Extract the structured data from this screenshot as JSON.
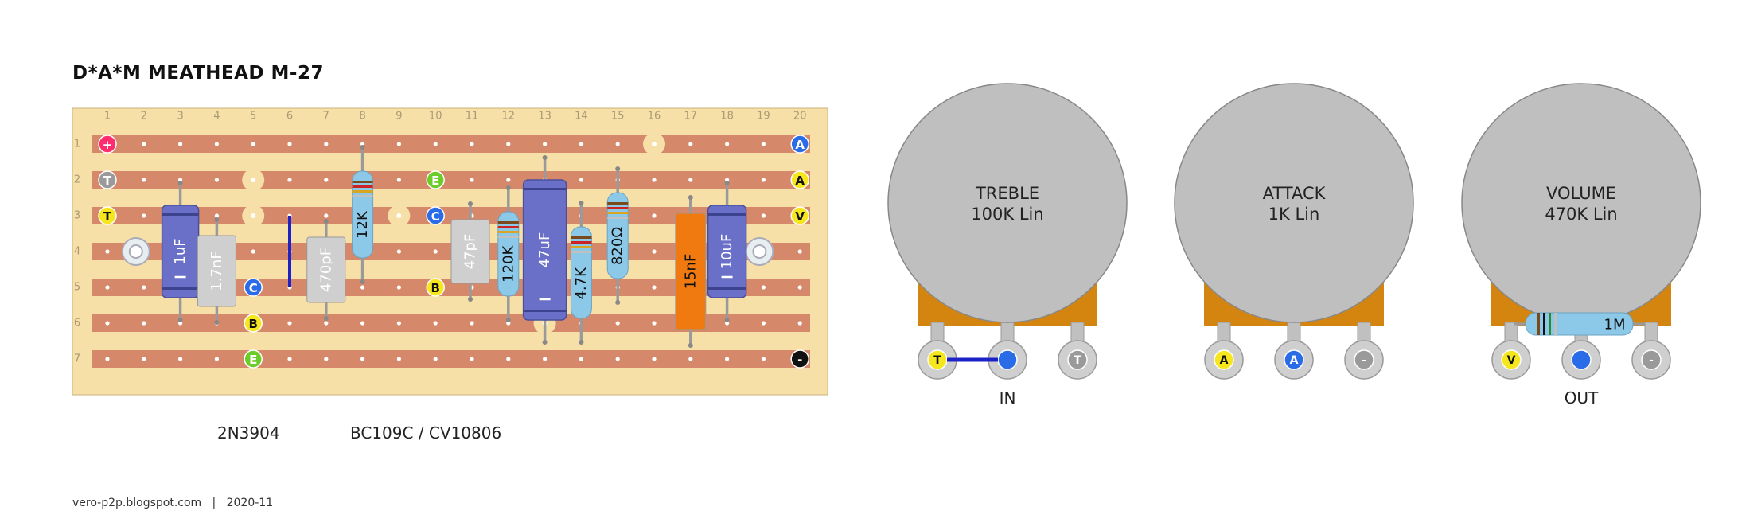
{
  "title": "D*A*M MEATHEAD M-27",
  "board": {
    "columns": [
      "1",
      "2",
      "3",
      "4",
      "5",
      "6",
      "7",
      "8",
      "9",
      "10",
      "11",
      "12",
      "13",
      "14",
      "15",
      "16",
      "17",
      "18",
      "19",
      "20"
    ],
    "rows": [
      "1",
      "2",
      "3",
      "4",
      "5",
      "6",
      "7"
    ],
    "pads": [
      {
        "text": "+",
        "col": 1,
        "row": 1,
        "kind": "pink"
      },
      {
        "text": "A",
        "col": 20,
        "row": 1,
        "kind": "blue"
      },
      {
        "text": "T",
        "col": 1,
        "row": 2,
        "kind": "gray"
      },
      {
        "text": "E",
        "col": 10,
        "row": 2,
        "kind": "green"
      },
      {
        "text": "A",
        "col": 20,
        "row": 2,
        "kind": "yellow"
      },
      {
        "text": "T",
        "col": 1,
        "row": 3,
        "kind": "yellow"
      },
      {
        "text": "C",
        "col": 10,
        "row": 3,
        "kind": "blue"
      },
      {
        "text": "V",
        "col": 20,
        "row": 3,
        "kind": "yellow"
      },
      {
        "text": "C",
        "col": 5,
        "row": 5,
        "kind": "blue"
      },
      {
        "text": "B",
        "col": 10,
        "row": 5,
        "kind": "yellow"
      },
      {
        "text": "B",
        "col": 5,
        "row": 6,
        "kind": "yellow"
      },
      {
        "text": "E",
        "col": 5,
        "row": 7,
        "kind": "green"
      },
      {
        "text": "-",
        "col": 20,
        "row": 7,
        "kind": "black"
      }
    ],
    "cuts": [
      {
        "col": 16,
        "row": 1
      },
      {
        "col": 5,
        "row": 2
      },
      {
        "col": 5,
        "row": 3
      },
      {
        "col": 9,
        "row": 3
      },
      {
        "col": 13,
        "row": 6
      }
    ],
    "components": {
      "c1": "1uF",
      "c2": "1.7nF",
      "c3": "470pF",
      "r1": "12K",
      "c4": "47pF",
      "r2": "120K",
      "c5": "47uF",
      "r3": "4.7K",
      "r4": "820Ω",
      "c6": "15nF",
      "c7": "10uF"
    }
  },
  "transistors": {
    "q1": "2N3904",
    "q2": "BC109C / CV10806"
  },
  "pots": [
    {
      "name": "TREBLE",
      "value": "100K Lin",
      "lugs": [
        "T",
        "",
        "T"
      ],
      "lug_kinds": [
        "yellow",
        "blue",
        "gray"
      ],
      "label": "IN"
    },
    {
      "name": "ATTACK",
      "value": "1K Lin",
      "lugs": [
        "A",
        "A",
        "-"
      ],
      "lug_kinds": [
        "yellow",
        "blue",
        "gray"
      ],
      "label": ""
    },
    {
      "name": "VOLUME",
      "value": "470K Lin",
      "lugs": [
        "V",
        "",
        "-"
      ],
      "lug_kinds": [
        "yellow",
        "blue",
        "gray"
      ],
      "label": "OUT"
    }
  ],
  "pot_resistor": "1M",
  "footer": {
    "site": "vero-p2p.blogspot.com",
    "sep": "|",
    "date": "2020-11"
  },
  "colors": {
    "board": "#f7e0a8",
    "strip": "#d6886a",
    "pot_body": "#bfbfbf",
    "pot_base": "#d4850f",
    "cap_electrolytic": "#6a70c8",
    "cap_film": "#cfcfcf",
    "cap_orange": "#f07a10",
    "resistor": "#8cc8e8",
    "pink": "#ff2d6e",
    "blue": "#2a6be8",
    "yellow": "#f5e61e",
    "green": "#6ccc2a",
    "gray": "#9a9a9a",
    "black": "#111111"
  }
}
